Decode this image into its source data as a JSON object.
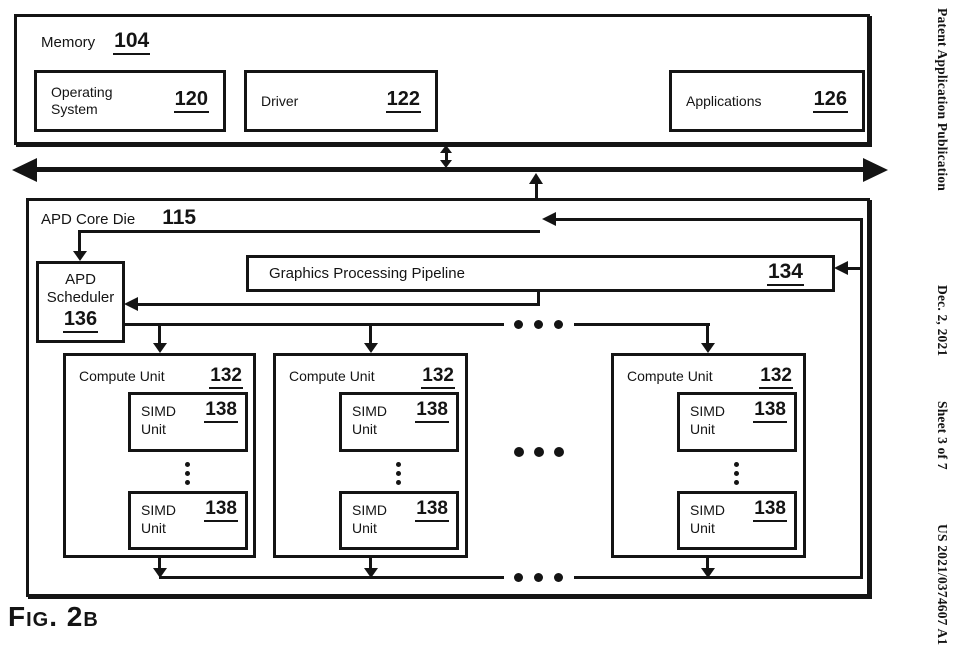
{
  "header": {
    "publication": "Patent Application Publication",
    "date": "Dec. 2, 2021",
    "sheet": "Sheet 3 of 7",
    "patent_number": "US 2021/0374607 A1"
  },
  "figure": {
    "label": "Fig. 2b"
  },
  "memory": {
    "label": "Memory",
    "ref": "104",
    "children": [
      {
        "label": "Operating System",
        "ref": "120"
      },
      {
        "label": "Driver",
        "ref": "122"
      },
      {
        "label": "Applications",
        "ref": "126"
      }
    ]
  },
  "apd": {
    "label": "APD Core Die",
    "ref": "115",
    "scheduler": {
      "label": "APD Scheduler",
      "ref": "136"
    },
    "pipeline": {
      "label": "Graphics Processing Pipeline",
      "ref": "134"
    },
    "compute_units": [
      {
        "label": "Compute Unit",
        "ref": "132",
        "simd_units": [
          {
            "label": "SIMD Unit",
            "ref": "138"
          },
          {
            "label": "SIMD Unit",
            "ref": "138"
          }
        ]
      },
      {
        "label": "Compute Unit",
        "ref": "132",
        "simd_units": [
          {
            "label": "SIMD Unit",
            "ref": "138"
          },
          {
            "label": "SIMD Unit",
            "ref": "138"
          }
        ]
      },
      {
        "label": "Compute Unit",
        "ref": "132",
        "simd_units": [
          {
            "label": "SIMD Unit",
            "ref": "138"
          },
          {
            "label": "SIMD Unit",
            "ref": "138"
          }
        ]
      }
    ]
  }
}
